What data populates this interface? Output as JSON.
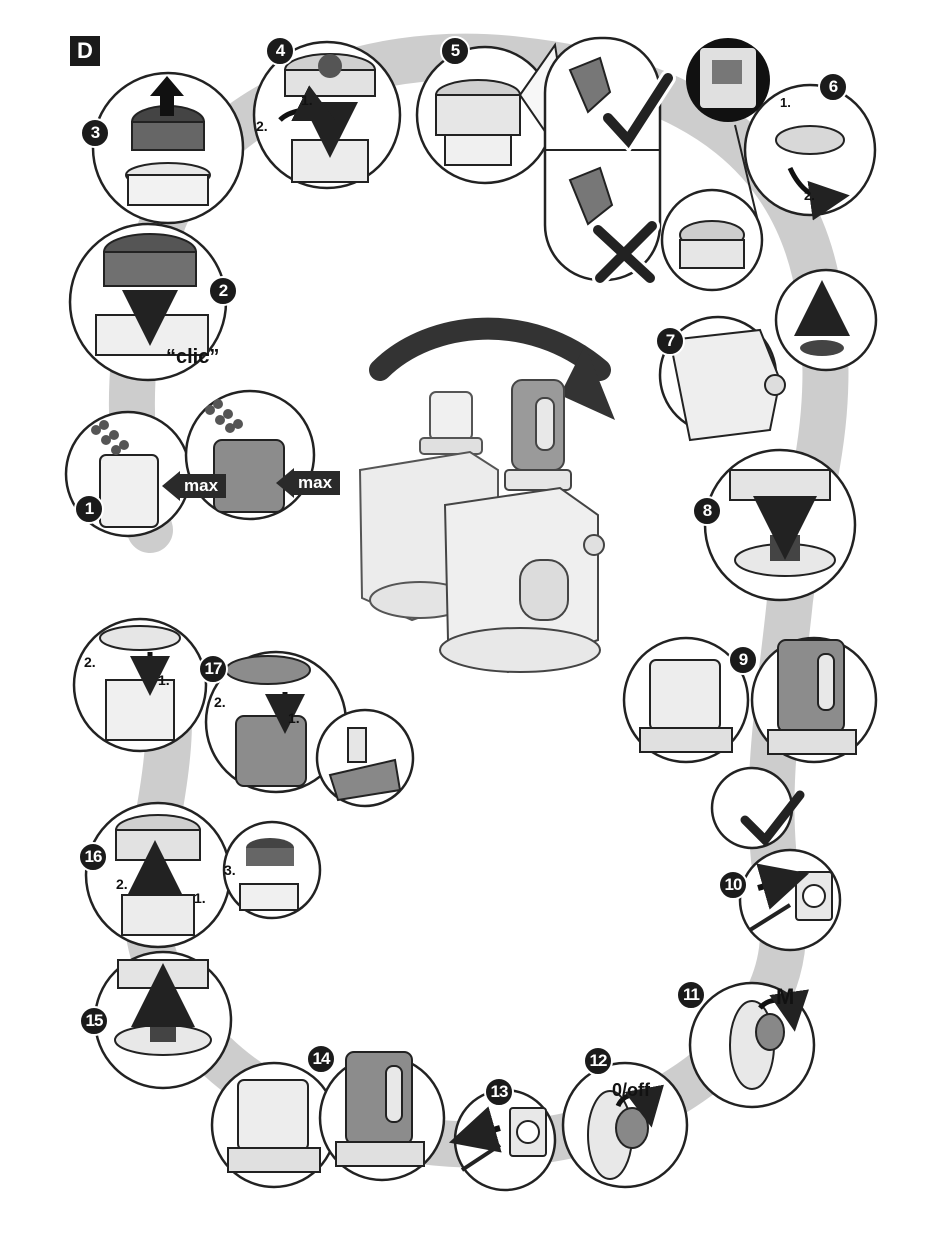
{
  "section": "D",
  "steps": {
    "s1": "1",
    "s2": "2",
    "s3": "3",
    "s4": "4",
    "s5": "5",
    "s6": "6",
    "s7": "7",
    "s8": "8",
    "s9": "9",
    "s10": "10",
    "s11": "11",
    "s12": "12",
    "s13": "13",
    "s14": "14",
    "s15": "15",
    "s16": "16",
    "s17": "17"
  },
  "labels": {
    "max": "max",
    "clic": "“clic”",
    "one": "1.",
    "two": "2.",
    "three": "3.",
    "mode_m": "M",
    "off": "0/off"
  },
  "colors": {
    "path_band": "#c8c8c8",
    "badge": "#1b1b1b",
    "outline": "#2b2b2b",
    "body_light": "#e7e7e7",
    "body_dark": "#8a8a8a"
  }
}
